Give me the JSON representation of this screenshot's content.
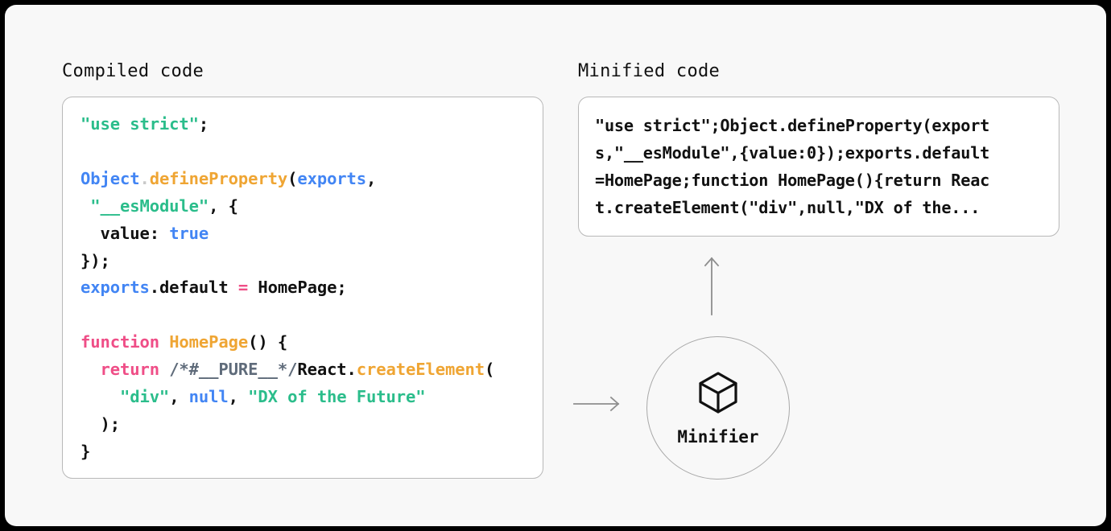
{
  "frame": {
    "background": "#f8f8f8",
    "border_color": "#000000"
  },
  "palette": {
    "string": "#2bbd8b",
    "function": "#efa533",
    "variable": "#4285f4",
    "keyword": "#ef4e87",
    "comment": "#5f6b7a",
    "plain": "#111111",
    "card_border": "#b8b8b8",
    "arrow": "#8e8e8e"
  },
  "compiled_panel": {
    "heading": "Compiled code",
    "lines": [
      [
        {
          "t": "\"use strict\"",
          "c": "str"
        },
        {
          "t": ";",
          "c": "pln"
        }
      ],
      [],
      [
        {
          "t": "Object",
          "c": "var"
        },
        {
          "t": ".",
          "c": "dot"
        },
        {
          "t": "defineProperty",
          "c": "fn"
        },
        {
          "t": "(",
          "c": "pln"
        },
        {
          "t": "exports",
          "c": "var"
        },
        {
          "t": ",",
          "c": "pln"
        }
      ],
      [
        {
          "t": " ",
          "c": "pln"
        },
        {
          "t": "\"__esModule\"",
          "c": "str"
        },
        {
          "t": ", {",
          "c": "pln"
        }
      ],
      [
        {
          "t": "  value: ",
          "c": "pln"
        },
        {
          "t": "true",
          "c": "var"
        }
      ],
      [
        {
          "t": "});",
          "c": "pln"
        }
      ],
      [
        {
          "t": "exports",
          "c": "var"
        },
        {
          "t": ".default ",
          "c": "pln"
        },
        {
          "t": "=",
          "c": "kw"
        },
        {
          "t": " HomePage;",
          "c": "pln"
        }
      ],
      [],
      [
        {
          "t": "function",
          "c": "kw"
        },
        {
          "t": " ",
          "c": "pln"
        },
        {
          "t": "HomePage",
          "c": "fn"
        },
        {
          "t": "() {",
          "c": "pln"
        }
      ],
      [
        {
          "t": "  ",
          "c": "pln"
        },
        {
          "t": "return",
          "c": "kw"
        },
        {
          "t": " ",
          "c": "pln"
        },
        {
          "t": "/*#__PURE__*/",
          "c": "cmt"
        },
        {
          "t": "React.",
          "c": "pln"
        },
        {
          "t": "createElement",
          "c": "fn"
        },
        {
          "t": "(",
          "c": "pln"
        }
      ],
      [
        {
          "t": "    ",
          "c": "pln"
        },
        {
          "t": "\"div\"",
          "c": "str"
        },
        {
          "t": ", ",
          "c": "pln"
        },
        {
          "t": "null",
          "c": "var"
        },
        {
          "t": ", ",
          "c": "pln"
        },
        {
          "t": "\"DX of the Future\"",
          "c": "str"
        }
      ],
      [
        {
          "t": "  );",
          "c": "pln"
        }
      ],
      [
        {
          "t": "}",
          "c": "pln"
        }
      ]
    ]
  },
  "minified_panel": {
    "heading": "Minified code",
    "lines": [
      "\"use strict\";Object.defineProperty(export",
      "s,\"__esModule\",{value:0});exports.default",
      "=HomePage;function HomePage(){return Reac",
      "t.createElement(\"div\",null,\"DX of the..."
    ]
  },
  "minifier_node": {
    "label": "Minifier",
    "icon": "cube-icon"
  },
  "arrows": {
    "right": "arrow-right-icon",
    "up": "arrow-up-icon"
  }
}
